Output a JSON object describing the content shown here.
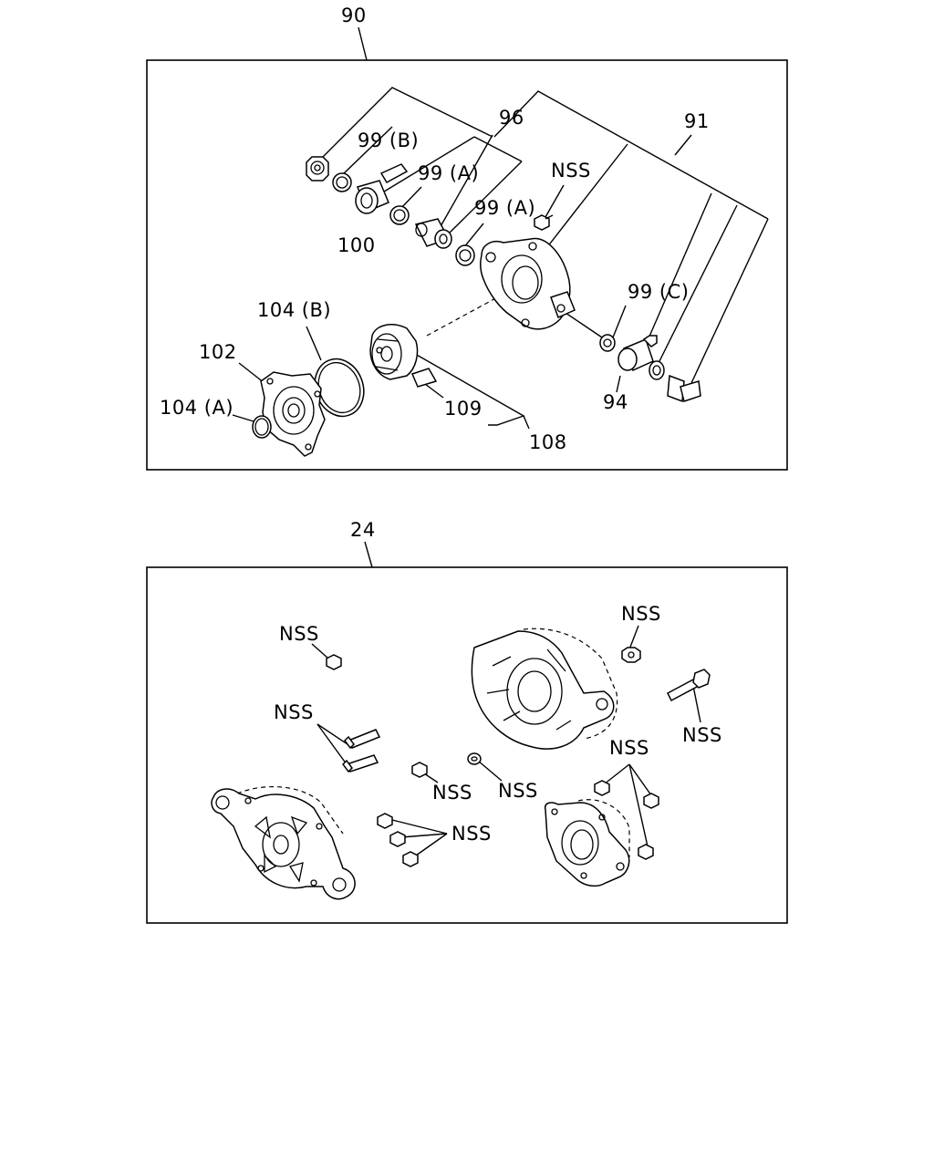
{
  "upper_assembly": {
    "ref": "90",
    "labels": {
      "l96": "96",
      "l91": "91",
      "l99b": "99 (B)",
      "l99a1": "99 (A)",
      "l99a2": "99 (A)",
      "nss": "NSS",
      "l100": "100",
      "l99c": "99 (C)",
      "l104b": "104 (B)",
      "l102": "102",
      "l104a": "104 (A)",
      "l109": "109",
      "l108": "108",
      "l94": "94"
    }
  },
  "lower_assembly": {
    "ref": "24",
    "labels": {
      "nss_screw_top_left": "NSS",
      "nss_nut_top_right": "NSS",
      "nss_bolts_left": "NSS",
      "nss_long_bolt_right": "NSS",
      "nss_small_screw": "NSS",
      "nss_washer": "NSS",
      "nss_screws_cluster_left": "NSS",
      "nss_screws_cluster_right": "NSS"
    }
  }
}
